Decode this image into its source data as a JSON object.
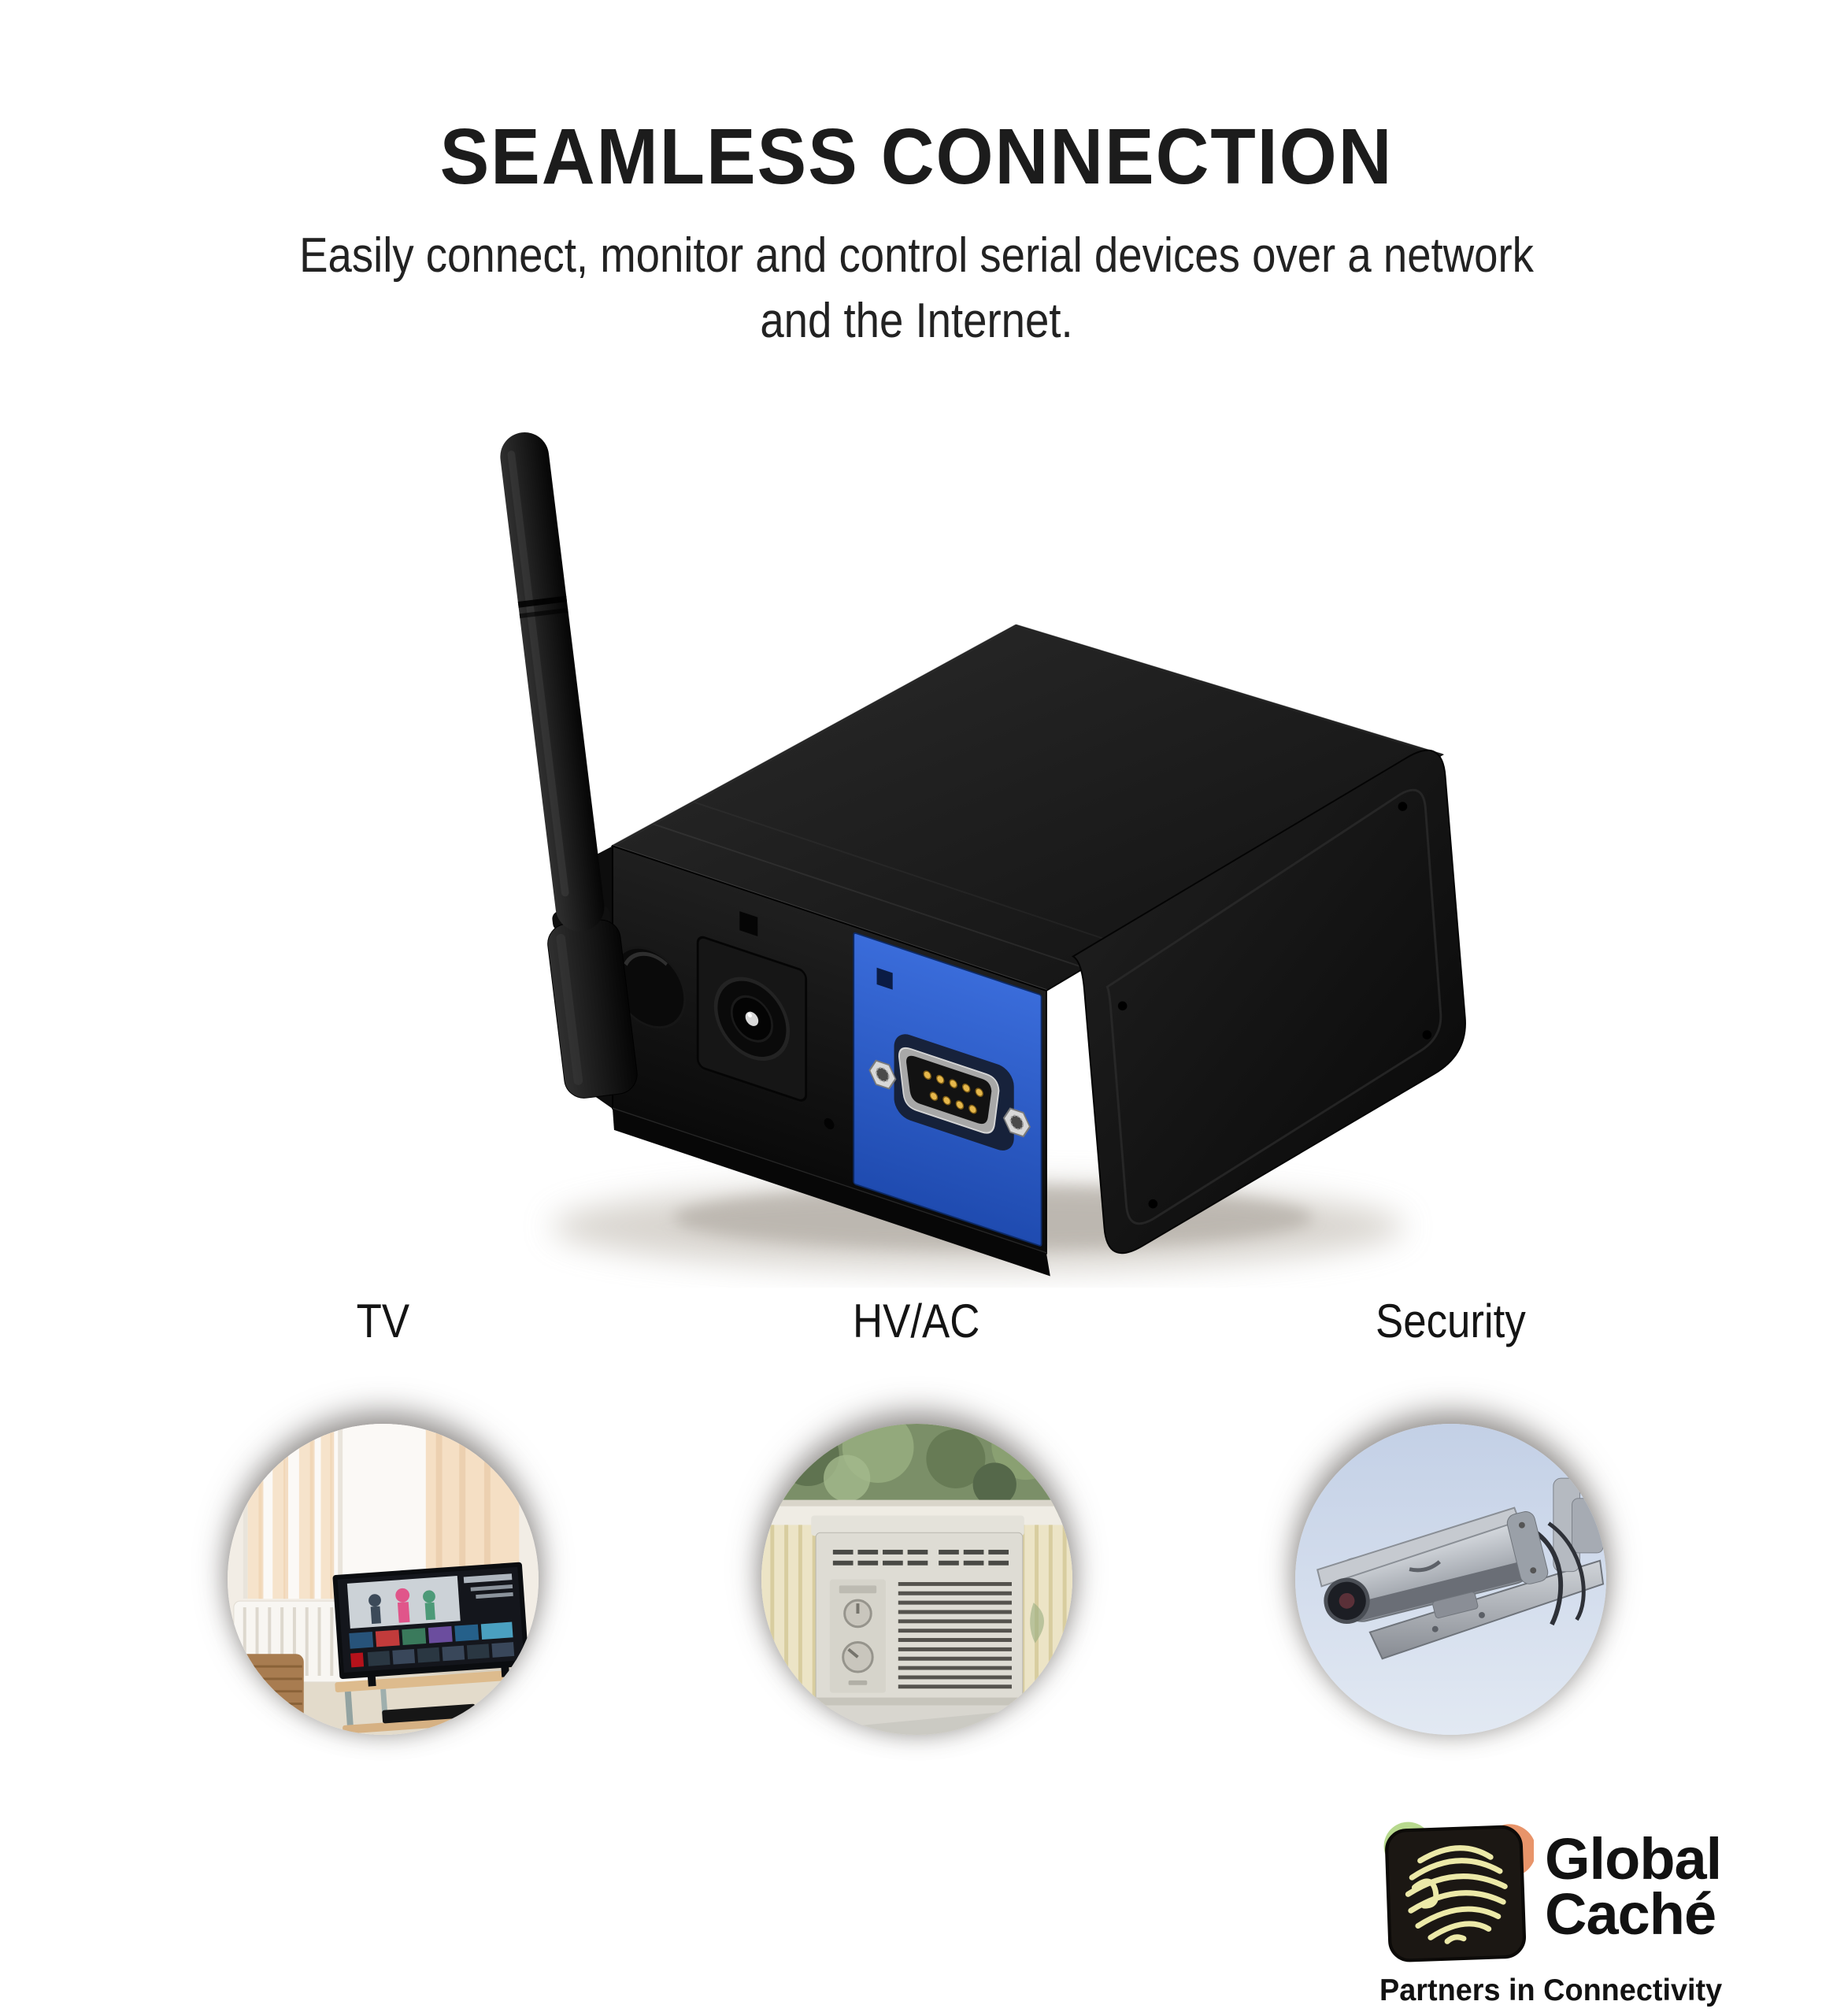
{
  "header": {
    "title": "SEAMLESS CONNECTION",
    "subtitle_line1": "Easily connect, monitor and control serial devices over a network",
    "subtitle_line2": "and the Internet."
  },
  "product": {
    "figure": "wifi-to-serial-adapter-photo",
    "visible_parts": [
      "wifi-antenna",
      "dc-power-jack",
      "db9-serial-port"
    ],
    "accent_color": "#2c5ec9"
  },
  "categories": [
    {
      "label": "TV",
      "image": "tv-living-room-photo"
    },
    {
      "label": "HV/AC",
      "image": "window-air-conditioner-photo"
    },
    {
      "label": "Security",
      "image": "cctv-camera-photo"
    }
  ],
  "logo": {
    "brand_line1": "Global",
    "brand_line2": "Caché",
    "tagline": "Partners in Connectivity",
    "colors": {
      "mark_bg": "#1b1713",
      "mark_lines": "#ece9a8",
      "corner_green": "#b7d98e",
      "corner_orange": "#e8946a"
    }
  }
}
